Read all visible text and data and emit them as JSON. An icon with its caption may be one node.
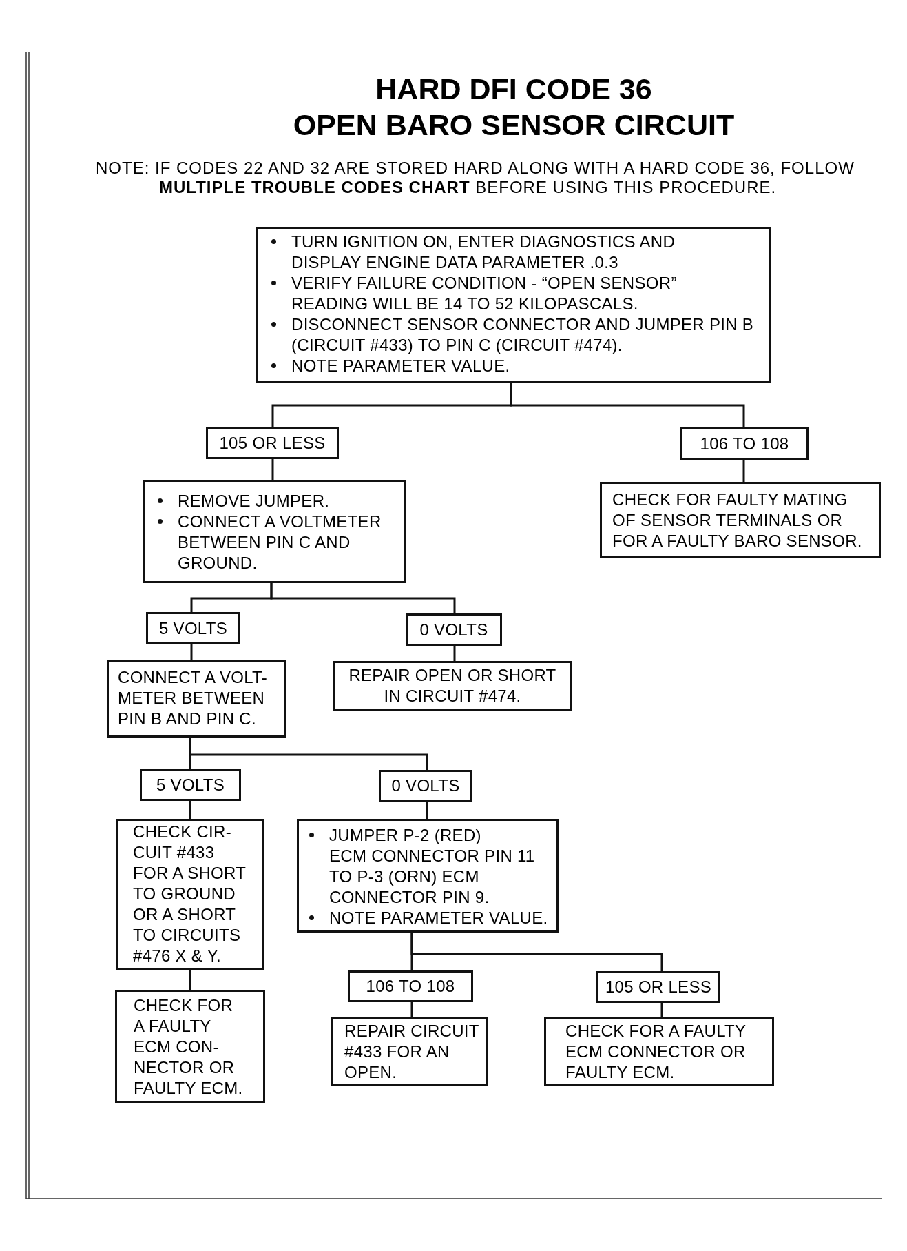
{
  "diagram": {
    "title": "HARD DFI CODE 36 OPEN BARO SENSOR CIRCUIT",
    "nodes": [
      {
        "text": [
          "TURN IGNITION ON, ENTER DIAGNOSTICS AND DISPLAY ENGINE DATA PARAMETER .0.3",
          "VERIFY FAILURE CONDITION - “OPEN SENSOR” READING WILL BE 14 TO 52 KILOPASCALS.",
          "DISCONNECT SENSOR CONNECTOR AND JUMPER PIN B (CIRCUIT #433) TO PIN C (CIRCUIT #474).",
          "NOTE PARAMETER VALUE."
        ]
      },
      {
        "text": [
          "105 OR LESS"
        ]
      },
      {
        "text": [
          "106 TO 108"
        ]
      },
      {
        "text": [
          "REMOVE JUMPER.",
          "CONNECT A VOLTMETER BETWEEN PIN C AND GROUND."
        ]
      },
      {
        "text": [
          "CHECK FOR FAULTY MATING OF SENSOR TERMINALS OR FOR A FAULTY BARO SENSOR."
        ]
      },
      {
        "text": [
          "5 VOLTS"
        ]
      },
      {
        "text": [
          "0 VOLTS"
        ]
      },
      {
        "text": [
          "CONNECT A VOLT- METER BETWEEN PIN B AND PIN C."
        ]
      },
      {
        "text": [
          "REPAIR OPEN OR SHORT IN CIRCUIT #474."
        ]
      },
      {
        "text": [
          "5 VOLTS"
        ]
      },
      {
        "text": [
          "0 VOLTS"
        ]
      },
      {
        "text": [
          "CHECK CIR- CUIT #433 FOR A SHORT TO GROUND OR A SHORT TO CIRCUITS #476 X & Y."
        ]
      },
      {
        "text": [
          "JUMPER P-2 (RED) ECM CONNECTOR PIN 11 TO P-3 (ORN) ECM CONNECTOR PIN 9.",
          "NOTE PARAMETER VALUE."
        ]
      },
      {
        "text": [
          "106 TO 108"
        ]
      },
      {
        "text": [
          "105 OR LESS"
        ]
      },
      {
        "text": [
          "CHECK FOR A FAULTY ECM CON- NECTOR OR FAULTY ECM."
        ]
      },
      {
        "text": [
          "REPAIR CIRCUIT #433 FOR AN OPEN."
        ]
      },
      {
        "text": [
          "CHECK FOR A FAULTY ECM CONNECTOR OR FAULTY ECM."
        ]
      }
    ],
    "edges": [
      {
        "from": 0,
        "to": 1,
        "arrow": "none"
      },
      {
        "from": 0,
        "to": 2,
        "arrow": "none"
      },
      {
        "from": 1,
        "to": 3,
        "arrow": "none"
      },
      {
        "from": 2,
        "to": 4,
        "arrow": "none"
      },
      {
        "from": 3,
        "to": 5,
        "arrow": "none"
      },
      {
        "from": 3,
        "to": 6,
        "arrow": "none"
      },
      {
        "from": 5,
        "to": 7,
        "arrow": "none"
      },
      {
        "from": 6,
        "to": 8,
        "arrow": "none"
      },
      {
        "from": 7,
        "to": 9,
        "arrow": "none"
      },
      {
        "from": 7,
        "to": 10,
        "arrow": "none"
      },
      {
        "from": 9,
        "to": 11,
        "arrow": "none"
      },
      {
        "from": 10,
        "to": 12,
        "arrow": "none"
      },
      {
        "from": 11,
        "to": 15,
        "arrow": "none"
      },
      {
        "from": 12,
        "to": 13,
        "arrow": "none"
      },
      {
        "from": 12,
        "to": 14,
        "arrow": "none"
      },
      {
        "from": 13,
        "to": 16,
        "arrow": "none"
      },
      {
        "from": 14,
        "to": 17,
        "arrow": "none"
      }
    ],
    "labels": [
      "NOTE: IF CODES 22 AND 32 ARE STORED HARD ALONG WITH A HARD CODE 36, FOLLOW **MULTIPLE TROUBLE CODES CHART** BEFORE USING THIS PROCEDURE."
    ]
  }
}
